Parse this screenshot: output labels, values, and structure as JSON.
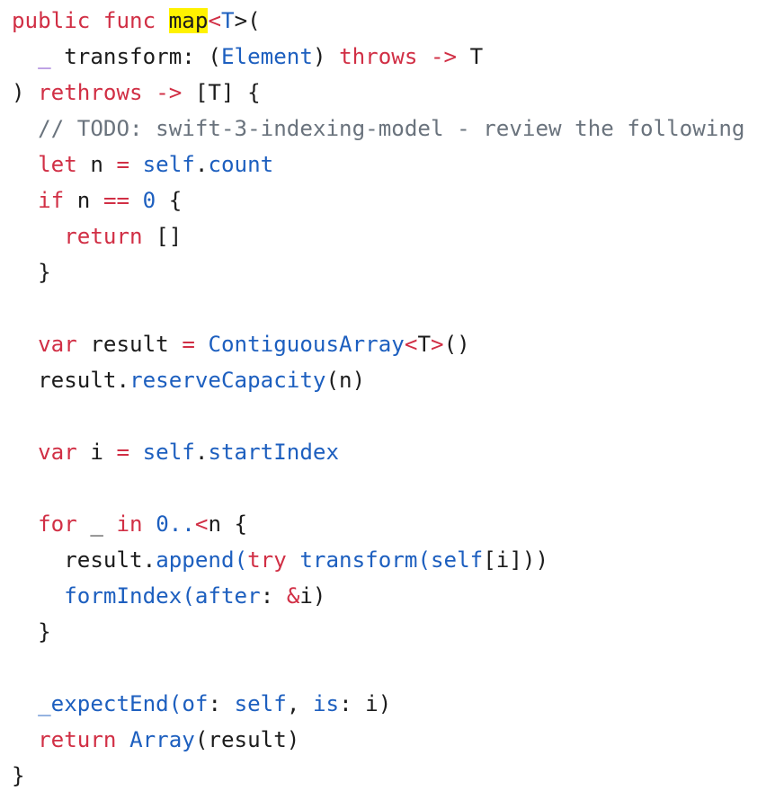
{
  "code": {
    "language": "swift",
    "highlight_word": "map",
    "colors": {
      "keyword": "#d12f45",
      "type_or_call": "#1d5fbf",
      "comment": "#6a737d",
      "plain": "#1c1c1c",
      "highlight": "#fff200",
      "underscore_param": "#7a3fc8"
    },
    "lines": [
      [
        {
          "t": "public func ",
          "c": "kw"
        },
        {
          "t": "map",
          "c": "hl"
        },
        {
          "t": "<",
          "c": "kw"
        },
        {
          "t": "T",
          "c": "ty"
        },
        {
          "t": ">(",
          "c": "pl"
        }
      ],
      [
        {
          "t": "  ",
          "c": "pl"
        },
        {
          "t": "_",
          "c": "us"
        },
        {
          "t": " transform: (",
          "c": "pl"
        },
        {
          "t": "Element",
          "c": "ty"
        },
        {
          "t": ") ",
          "c": "pl"
        },
        {
          "t": "throws",
          "c": "kw"
        },
        {
          "t": " ",
          "c": "pl"
        },
        {
          "t": "->",
          "c": "kw"
        },
        {
          "t": " T",
          "c": "pl"
        }
      ],
      [
        {
          "t": ") ",
          "c": "pl"
        },
        {
          "t": "rethrows",
          "c": "kw"
        },
        {
          "t": " ",
          "c": "pl"
        },
        {
          "t": "->",
          "c": "kw"
        },
        {
          "t": " [T] {",
          "c": "pl"
        }
      ],
      [
        {
          "t": "  ",
          "c": "pl"
        },
        {
          "t": "// TODO: swift-3-indexing-model - review the following",
          "c": "cm"
        }
      ],
      [
        {
          "t": "  ",
          "c": "pl"
        },
        {
          "t": "let",
          "c": "kw"
        },
        {
          "t": " n ",
          "c": "pl"
        },
        {
          "t": "=",
          "c": "kw"
        },
        {
          "t": " ",
          "c": "pl"
        },
        {
          "t": "self",
          "c": "ty"
        },
        {
          "t": ".",
          "c": "pl"
        },
        {
          "t": "count",
          "c": "fn"
        }
      ],
      [
        {
          "t": "  ",
          "c": "pl"
        },
        {
          "t": "if",
          "c": "kw"
        },
        {
          "t": " n ",
          "c": "pl"
        },
        {
          "t": "==",
          "c": "kw"
        },
        {
          "t": " ",
          "c": "pl"
        },
        {
          "t": "0",
          "c": "num"
        },
        {
          "t": " {",
          "c": "pl"
        }
      ],
      [
        {
          "t": "    ",
          "c": "pl"
        },
        {
          "t": "return",
          "c": "kw"
        },
        {
          "t": " []",
          "c": "pl"
        }
      ],
      [
        {
          "t": "  }",
          "c": "pl"
        }
      ],
      [
        {
          "t": "",
          "c": "pl"
        }
      ],
      [
        {
          "t": "  ",
          "c": "pl"
        },
        {
          "t": "var",
          "c": "kw"
        },
        {
          "t": " result ",
          "c": "pl"
        },
        {
          "t": "=",
          "c": "kw"
        },
        {
          "t": " ",
          "c": "pl"
        },
        {
          "t": "ContiguousArray",
          "c": "ty"
        },
        {
          "t": "<",
          "c": "kw"
        },
        {
          "t": "T",
          "c": "pl"
        },
        {
          "t": ">",
          "c": "kw"
        },
        {
          "t": "()",
          "c": "pl"
        }
      ],
      [
        {
          "t": "  result.",
          "c": "pl"
        },
        {
          "t": "reserveCapacity",
          "c": "fn"
        },
        {
          "t": "(n)",
          "c": "pl"
        }
      ],
      [
        {
          "t": "",
          "c": "pl"
        }
      ],
      [
        {
          "t": "  ",
          "c": "pl"
        },
        {
          "t": "var",
          "c": "kw"
        },
        {
          "t": " i ",
          "c": "pl"
        },
        {
          "t": "=",
          "c": "kw"
        },
        {
          "t": " ",
          "c": "pl"
        },
        {
          "t": "self",
          "c": "ty"
        },
        {
          "t": ".",
          "c": "pl"
        },
        {
          "t": "startIndex",
          "c": "fn"
        }
      ],
      [
        {
          "t": "",
          "c": "pl"
        }
      ],
      [
        {
          "t": "  ",
          "c": "pl"
        },
        {
          "t": "for",
          "c": "kw"
        },
        {
          "t": " _ ",
          "c": "pl"
        },
        {
          "t": "in",
          "c": "kw"
        },
        {
          "t": " ",
          "c": "pl"
        },
        {
          "t": "0",
          "c": "num"
        },
        {
          "t": "..",
          "c": "fn"
        },
        {
          "t": "<",
          "c": "kw"
        },
        {
          "t": "n {",
          "c": "pl"
        }
      ],
      [
        {
          "t": "    result.",
          "c": "pl"
        },
        {
          "t": "append",
          "c": "fn"
        },
        {
          "t": "(",
          "c": "fn"
        },
        {
          "t": "try",
          "c": "kw"
        },
        {
          "t": " ",
          "c": "pl"
        },
        {
          "t": "transform",
          "c": "fn"
        },
        {
          "t": "(",
          "c": "fn"
        },
        {
          "t": "self",
          "c": "ty"
        },
        {
          "t": "[i]))",
          "c": "pl"
        }
      ],
      [
        {
          "t": "    ",
          "c": "pl"
        },
        {
          "t": "formIndex",
          "c": "fn"
        },
        {
          "t": "(",
          "c": "fn"
        },
        {
          "t": "after",
          "c": "fn"
        },
        {
          "t": ": ",
          "c": "pl"
        },
        {
          "t": "&",
          "c": "kw"
        },
        {
          "t": "i)",
          "c": "pl"
        }
      ],
      [
        {
          "t": "  }",
          "c": "pl"
        }
      ],
      [
        {
          "t": "",
          "c": "pl"
        }
      ],
      [
        {
          "t": "  ",
          "c": "pl"
        },
        {
          "t": "_expectEnd",
          "c": "fn"
        },
        {
          "t": "(",
          "c": "fn"
        },
        {
          "t": "of",
          "c": "fn"
        },
        {
          "t": ": ",
          "c": "pl"
        },
        {
          "t": "self",
          "c": "ty"
        },
        {
          "t": ", ",
          "c": "pl"
        },
        {
          "t": "is",
          "c": "fn"
        },
        {
          "t": ": i)",
          "c": "pl"
        }
      ],
      [
        {
          "t": "  ",
          "c": "pl"
        },
        {
          "t": "return",
          "c": "kw"
        },
        {
          "t": " ",
          "c": "pl"
        },
        {
          "t": "Array",
          "c": "ty"
        },
        {
          "t": "(result)",
          "c": "pl"
        }
      ],
      [
        {
          "t": "}",
          "c": "pl"
        }
      ]
    ]
  }
}
